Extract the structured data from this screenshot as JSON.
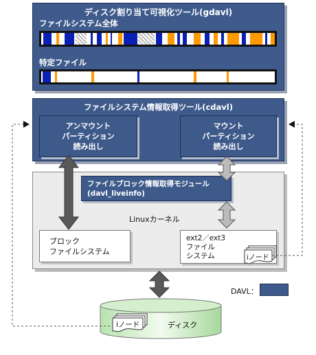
{
  "gdavl": {
    "title": "ディスク割り当て可視化ツール(gdavl)",
    "whole_label": "ファイルシステム全体",
    "file_label": "特定ファイル"
  },
  "cdavl": {
    "title": "ファイルシステム情報取得ツール(cdavl)",
    "unmount_lines": [
      "アンマウント",
      "パーティション",
      "読み出し"
    ],
    "mount_lines": [
      "マウント",
      "パーティション",
      "読み出し"
    ]
  },
  "kernel": {
    "label": "Linuxカーネル",
    "module_lines": [
      "ファイルブロック情報取得モジュール",
      "(davl_liveinfo)"
    ],
    "block_fs_lines": [
      "ブロック",
      "ファイルシステム"
    ],
    "ext_fs_lines": [
      "ext2／ext3",
      "ファイル",
      "システム"
    ],
    "inode": "iノード"
  },
  "disk": {
    "label": "ディスク",
    "inode": "iノード"
  },
  "legend": {
    "label": "DAVL：",
    "color": "#3e5a8b"
  },
  "colors": {
    "blue": "#0a1fb4",
    "orange": "#ff9900",
    "navy": "#3f5b8c"
  }
}
